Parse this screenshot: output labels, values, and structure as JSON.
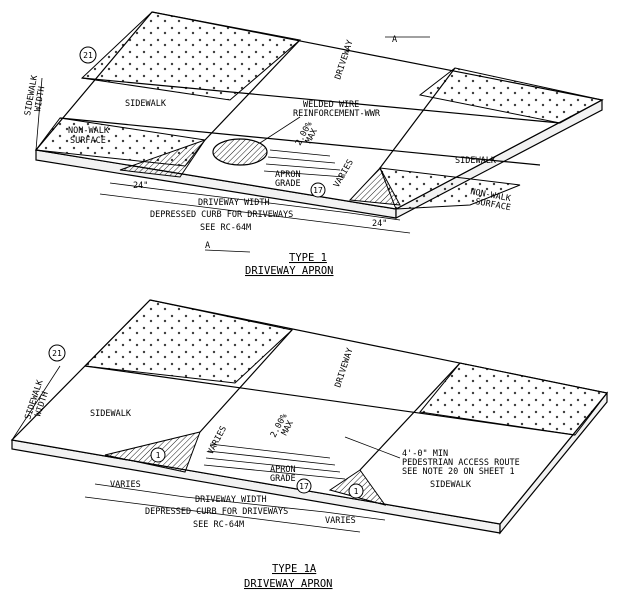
{
  "type1": {
    "title": "TYPE 1",
    "subtitle": "DRIVEWAY APRON",
    "section_mark": "A",
    "labels": {
      "driveway": "DRIVEWAY",
      "sidewalk_left": "SIDEWALK",
      "sidewalk_right": "SIDEWALK",
      "sidewalk_width_1": "SIDEWALK",
      "sidewalk_width_2": "WIDTH",
      "nonwalk_left_1": "NON-WALK",
      "nonwalk_left_2": "SURFACE",
      "nonwalk_right_1": "NON-WALK",
      "nonwalk_right_2": "SURFACE",
      "wwr_1": "WELDED WIRE",
      "wwr_2": "REINFORCEMENT-WWR",
      "slope_1": "2.00%",
      "slope_2": "MAX",
      "apron_1": "APRON",
      "apron_2": "GRADE",
      "varies": "VARIES",
      "dim_24_left": "24\"",
      "dim_24_right": "24\"",
      "driveway_width": "DRIVEWAY WIDTH",
      "depressed_curb": "DEPRESSED CURB FOR DRIVEWAYS",
      "see_ref": "SEE RC-64M"
    },
    "notes": {
      "n21": "21",
      "n17": "17"
    }
  },
  "type1a": {
    "title": "TYPE 1A",
    "subtitle": "DRIVEWAY APRON",
    "labels": {
      "driveway": "DRIVEWAY",
      "sidewalk_left": "SIDEWALK",
      "sidewalk_right": "SIDEWALK",
      "sidewalk_width_1": "SIDEWALK",
      "sidewalk_width_2": "WIDTH",
      "slope_1": "2.00%",
      "slope_2": "MAX",
      "apron_1": "APRON",
      "apron_2": "GRADE",
      "varies_top": "VARIES",
      "varies_left": "VARIES",
      "varies_right": "VARIES",
      "driveway_width": "DRIVEWAY WIDTH",
      "depressed_curb": "DEPRESSED CURB FOR DRIVEWAYS",
      "see_ref": "SEE RC-64M",
      "par_1": "4'-0\" MIN",
      "par_2": "PEDESTRIAN ACCESS ROUTE",
      "par_3": "SEE NOTE 20 ON SHEET 1"
    },
    "notes": {
      "n21": "21",
      "n17": "17",
      "n1_left": "1",
      "n1_right": "1"
    }
  }
}
